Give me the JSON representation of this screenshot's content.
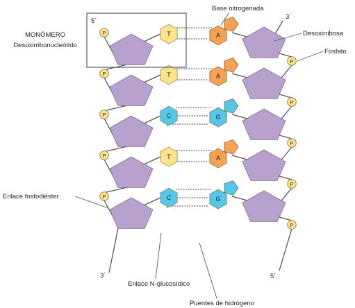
{
  "labels": {
    "five_prime_top": "5´",
    "three_prime_top": "3´",
    "three_prime_bottom": "3´",
    "five_prime_bottom": "5´",
    "monomer_line1": "MONÓMERO",
    "monomer_line2": "Desoxirribonucleótido",
    "base": "Base nitrogenada",
    "sugar": "Desoxirribosa",
    "phosphate": "Fosfato",
    "phosphodiester": "Enlace fosfodiéster",
    "glycosidic": "Enlace N-glucosídico",
    "hydrogen": "Puentes de hidrógeno"
  },
  "phosphate_symbol": "P",
  "pairs": [
    {
      "left": "T",
      "right": "A"
    },
    {
      "left": "T",
      "right": "A"
    },
    {
      "left": "C",
      "right": "G"
    },
    {
      "left": "T",
      "right": "A"
    },
    {
      "left": "C",
      "right": "G"
    }
  ],
  "colors": {
    "sugar": "#b9a1cd",
    "sugar_stroke": "#7d6c8c",
    "T": "#fbe48c",
    "A": "#f5a352",
    "C": "#54c8e8",
    "G": "#54c8e8",
    "phosphate": "#fbe48c",
    "line": "#555555"
  }
}
